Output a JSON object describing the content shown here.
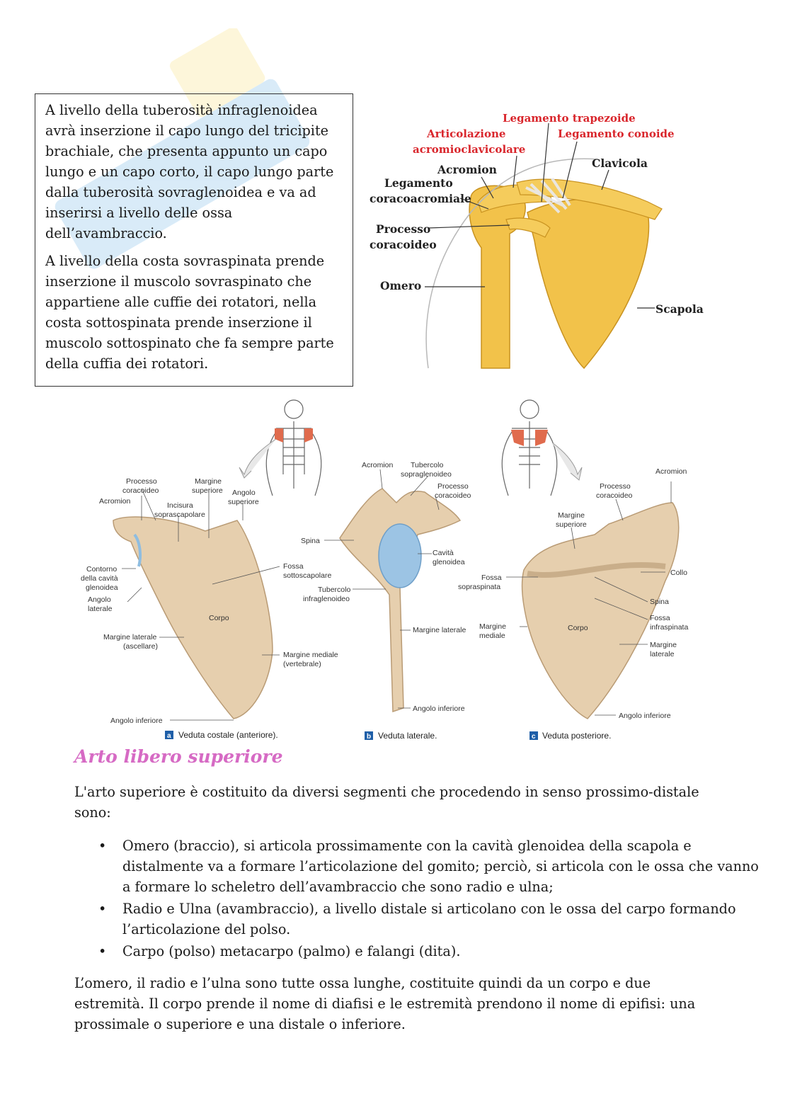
{
  "box": {
    "paragraphs": [
      "A livello della tuberosità infraglenoidea avrà inserzione il capo lungo del tricipite brachiale, che presenta appunto un capo lungo e un capo corto, il capo lungo parte dalla tuberosità sovraglenoidea e va ad inserirsi a livello delle ossa dell’avambraccio.",
      "A livello della costa sovraspinata prende inserzione il muscolo sovraspinato che appartiene alle cuffie dei rotatori, nella costa sottospinata prende inserzione il muscolo sottospinato che fa sempre parte della cuffia dei rotatori."
    ]
  },
  "figure_top": {
    "labels": {
      "leg_trapezoide": "Legamento trapezoide",
      "artic_1": "Articolazione",
      "artic_2": "acromioclavicolare",
      "leg_conoide": "Legamento conoide",
      "acromion": "Acromion",
      "clavicola": "Clavicola",
      "leg_cor_1": "Legamento",
      "leg_cor_2": "coracoacromiale",
      "processo_1": "Processo",
      "processo_2": "coracoideo",
      "omero": "Omero",
      "scapola": "Scapola"
    }
  },
  "figure_scapula": {
    "a": {
      "acromion": "Acromion",
      "proc1": "Processo",
      "proc2": "coracoideo",
      "marg_sup1": "Margine",
      "marg_sup2": "superiore",
      "incisura1": "Incisura",
      "incisura2": "soprascapolare",
      "angolo_sup1": "Angolo",
      "angolo_sup2": "superiore",
      "contorno1": "Contorno",
      "contorno2": "della cavità",
      "contorno3": "glenoidea",
      "ang_lat1": "Angolo",
      "ang_lat2": "laterale",
      "fossa1": "Fossa",
      "fossa2": "sottoscapolare",
      "corpo": "Corpo",
      "marg_lat1": "Margine laterale",
      "marg_lat2": "(ascellare)",
      "marg_med1": "Margine mediale",
      "marg_med2": "(vertebrale)",
      "ang_inf": "Angolo inferiore",
      "badge": "a",
      "caption": "Veduta costale (anteriore)."
    },
    "b": {
      "acromion": "Acromion",
      "tub1": "Tubercolo",
      "tub2": "sopraglenoideo",
      "proc1": "Processo",
      "proc2": "coracoideo",
      "spina": "Spina",
      "cav1": "Cavità",
      "cav2": "glenoidea",
      "tubinf1": "Tubercolo",
      "tubinf2": "infraglenoideo",
      "marg_lat": "Margine laterale",
      "ang_inf": "Angolo inferiore",
      "badge": "b",
      "caption": "Veduta laterale."
    },
    "c": {
      "acromion": "Acromion",
      "proc1": "Processo",
      "proc2": "coracoideo",
      "marg_sup1": "Margine",
      "marg_sup2": "superiore",
      "fossa1": "Fossa",
      "fossa2": "sopraspinata",
      "collo": "Collo",
      "spina": "Spina",
      "fossa_inf1": "Fossa",
      "fossa_inf2": "infraspinata",
      "marg_med1": "Margine",
      "marg_med2": "mediale",
      "corpo": "Corpo",
      "marg_lat1": "Margine",
      "marg_lat2": "laterale",
      "ang_inf": "Angolo inferiore",
      "badge": "c",
      "caption": "Veduta posteriore."
    }
  },
  "section": {
    "title": "Arto libero superiore",
    "intro": "L'arto superiore è costituito da diversi segmenti che procedendo in senso prossimo-distale sono:",
    "bullets": [
      "Omero (braccio), si articola prossimamente con la cavità glenoidea della scapola e distalmente va a formare l’articolazione del gomito; perciò, si articola con le ossa che vanno a formare lo scheletro dell’avambraccio che sono radio e ulna;",
      "Radio e Ulna (avambraccio), a livello distale si articolano con le ossa del carpo formando l’articolazione del polso.",
      "Carpo (polso) metacarpo (palmo) e falangi (dita)."
    ],
    "closing": "L’omero, il radio e l’ulna sono tutte ossa lunghe, costituite quindi da un corpo e due estremità. Il corpo prende il nome di diafisi e le estremità prendono il nome di epifisi: una prossimale o superiore e una distale o inferiore."
  },
  "colors": {
    "title_pink": "#d66ac4",
    "label_red": "#d9262c",
    "bone": "#f2c24a",
    "scap_bone": "#e6cfae",
    "glenoid": "#9cc4e4",
    "badge_blue": "#1f5fa8"
  }
}
